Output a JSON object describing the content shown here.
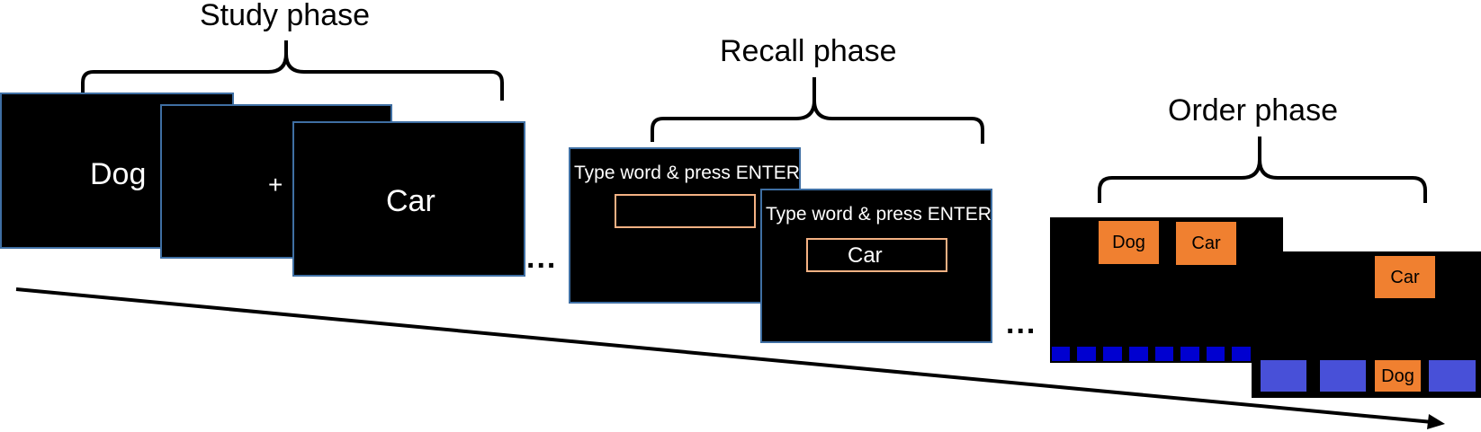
{
  "phases": {
    "study": {
      "label": "Study phase",
      "screens": [
        {
          "content": "Dog"
        },
        {
          "content": "+"
        },
        {
          "content": "Car"
        }
      ]
    },
    "recall": {
      "label": "Recall phase",
      "screens": [
        {
          "prompt": "Type word & press ENTER",
          "input_value": ""
        },
        {
          "prompt": "Type word & press ENTER",
          "input_value": "Car"
        }
      ]
    },
    "order": {
      "label": "Order phase",
      "screens": [
        {
          "cards": [
            "Dog",
            "Car"
          ],
          "slot_count": 8
        },
        {
          "cards": [
            "Car"
          ],
          "slots": [
            "",
            "",
            "Dog",
            ""
          ]
        }
      ]
    }
  },
  "ellipses": [
    "...",
    "..."
  ],
  "colors": {
    "screen_bg": "#000000",
    "screen_border": "#3f6fa3",
    "card": "#f08030",
    "input_border": "#f4b183",
    "slot_small": "#0000d0",
    "slot_large": "#4850d8"
  }
}
